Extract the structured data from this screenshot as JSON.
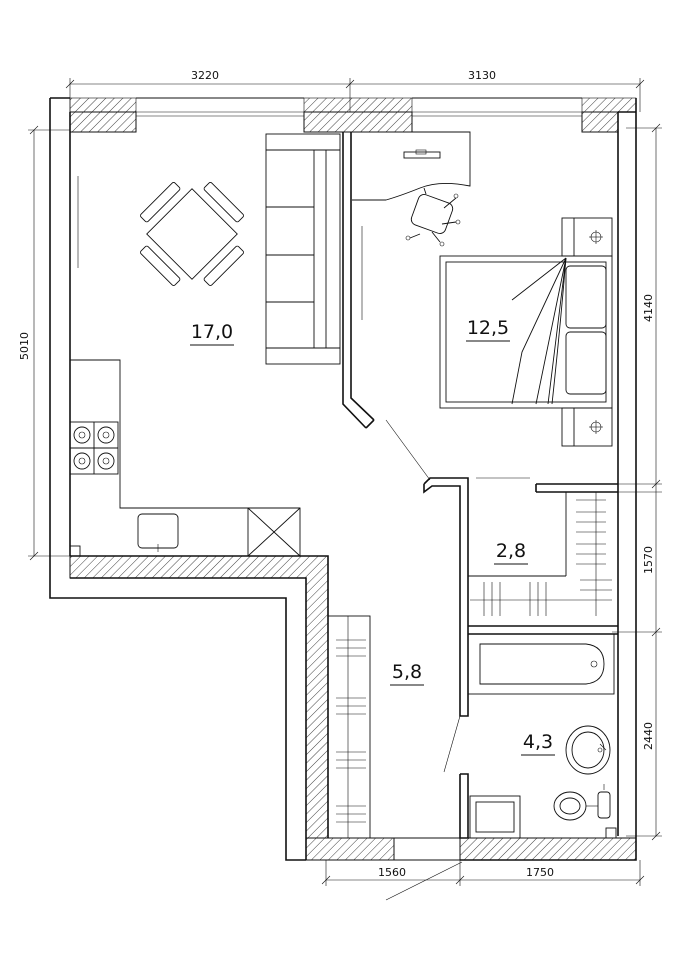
{
  "plan": {
    "dimensions": {
      "top_left": "3220",
      "top_right": "3130",
      "left": "5010",
      "right_upper": "4140",
      "right_middle": "1570",
      "right_lower": "2440",
      "bottom_left": "1560",
      "bottom_right": "1750"
    },
    "rooms": {
      "living_kitchen": "17,0",
      "bedroom": "12,5",
      "storage": "2,8",
      "hallway": "5,8",
      "bathroom": "4,3"
    }
  }
}
